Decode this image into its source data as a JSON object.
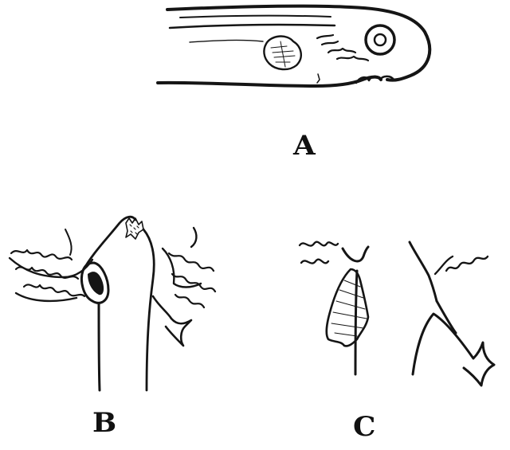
{
  "figure": {
    "panels": [
      {
        "id": "a",
        "label": "A"
      },
      {
        "id": "b",
        "label": "B"
      },
      {
        "id": "c",
        "label": "C"
      }
    ]
  },
  "colors": {
    "ink": "#151515",
    "background": "#ffffff"
  }
}
